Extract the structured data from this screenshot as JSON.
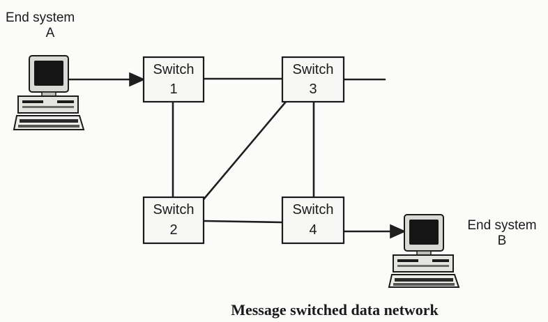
{
  "end_systems": {
    "a": {
      "title": "End system",
      "id": "A"
    },
    "b": {
      "title": "End system",
      "id": "B"
    }
  },
  "switches": [
    {
      "label": "Switch",
      "number": "1"
    },
    {
      "label": "Switch",
      "number": "2"
    },
    {
      "label": "Switch",
      "number": "3"
    },
    {
      "label": "Switch",
      "number": "4"
    }
  ],
  "caption": "Message switched data network",
  "colors": {
    "line": "#1e1e1e",
    "monitor_screen": "#151515"
  },
  "icons": [
    "computer-terminal-icon",
    "arrow-head-icon"
  ]
}
